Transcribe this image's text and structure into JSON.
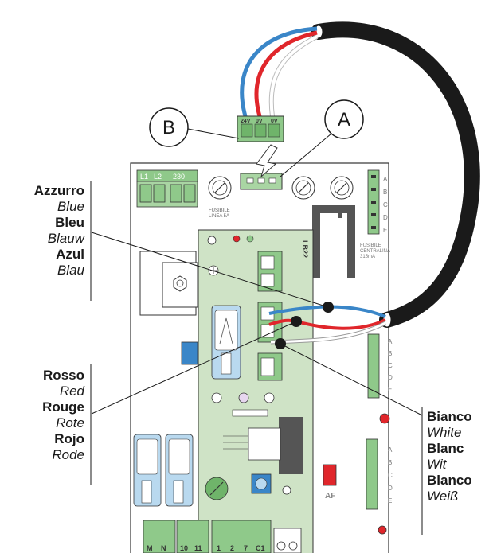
{
  "callouts": {
    "a": "A",
    "b": "B"
  },
  "blue_wire_labels": [
    {
      "text": "Azzurro",
      "style": "bold"
    },
    {
      "text": "Blue",
      "style": "italic"
    },
    {
      "text": "Bleu",
      "style": "bold"
    },
    {
      "text": "Blauw",
      "style": "italic"
    },
    {
      "text": "Azul",
      "style": "bold"
    },
    {
      "text": "Blau",
      "style": "italic"
    }
  ],
  "red_wire_labels": [
    {
      "text": "Rosso",
      "style": "bold"
    },
    {
      "text": "Red",
      "style": "italic"
    },
    {
      "text": "Rouge",
      "style": "bold"
    },
    {
      "text": "Rote",
      "style": "italic"
    },
    {
      "text": "Rojo",
      "style": "bold"
    },
    {
      "text": "Rode",
      "style": "italic"
    }
  ],
  "white_wire_labels": [
    {
      "text": "Bianco",
      "style": "bold"
    },
    {
      "text": "White",
      "style": "italic"
    },
    {
      "text": "Blanc",
      "style": "bold"
    },
    {
      "text": "Wit",
      "style": "italic"
    },
    {
      "text": "Blanco",
      "style": "bold"
    },
    {
      "text": "Weiß",
      "style": "italic"
    }
  ],
  "board": {
    "terminal_l1": "L1",
    "terminal_l2": "L2",
    "terminal_230": "230",
    "fuse_line_label_1": "FUSIBILE",
    "fuse_line_label_2": "LINEA 5A",
    "fuse_ctrl_label_1": "FUSIBILE",
    "fuse_ctrl_label_2": "CENTRALINA",
    "fuse_ctrl_label_3": "315mA",
    "module_name": "LB22",
    "af_label": "AF",
    "bottom_terminals": [
      "M",
      "N",
      "10",
      "11",
      "1",
      "2",
      "7",
      "C1"
    ],
    "side_letters": [
      "A",
      "B",
      "C",
      "D",
      "E"
    ],
    "plug_pins": [
      "24V",
      "0V",
      "0V"
    ]
  },
  "colors": {
    "wire_blue": "#3a86c8",
    "wire_red": "#e0262b",
    "wire_white": "#ffffff",
    "cable_black": "#1a1a1a",
    "board_green": "#cfe3c6",
    "terminal_green": "#8fc98a",
    "relay_blue": "#b9d9ef"
  }
}
